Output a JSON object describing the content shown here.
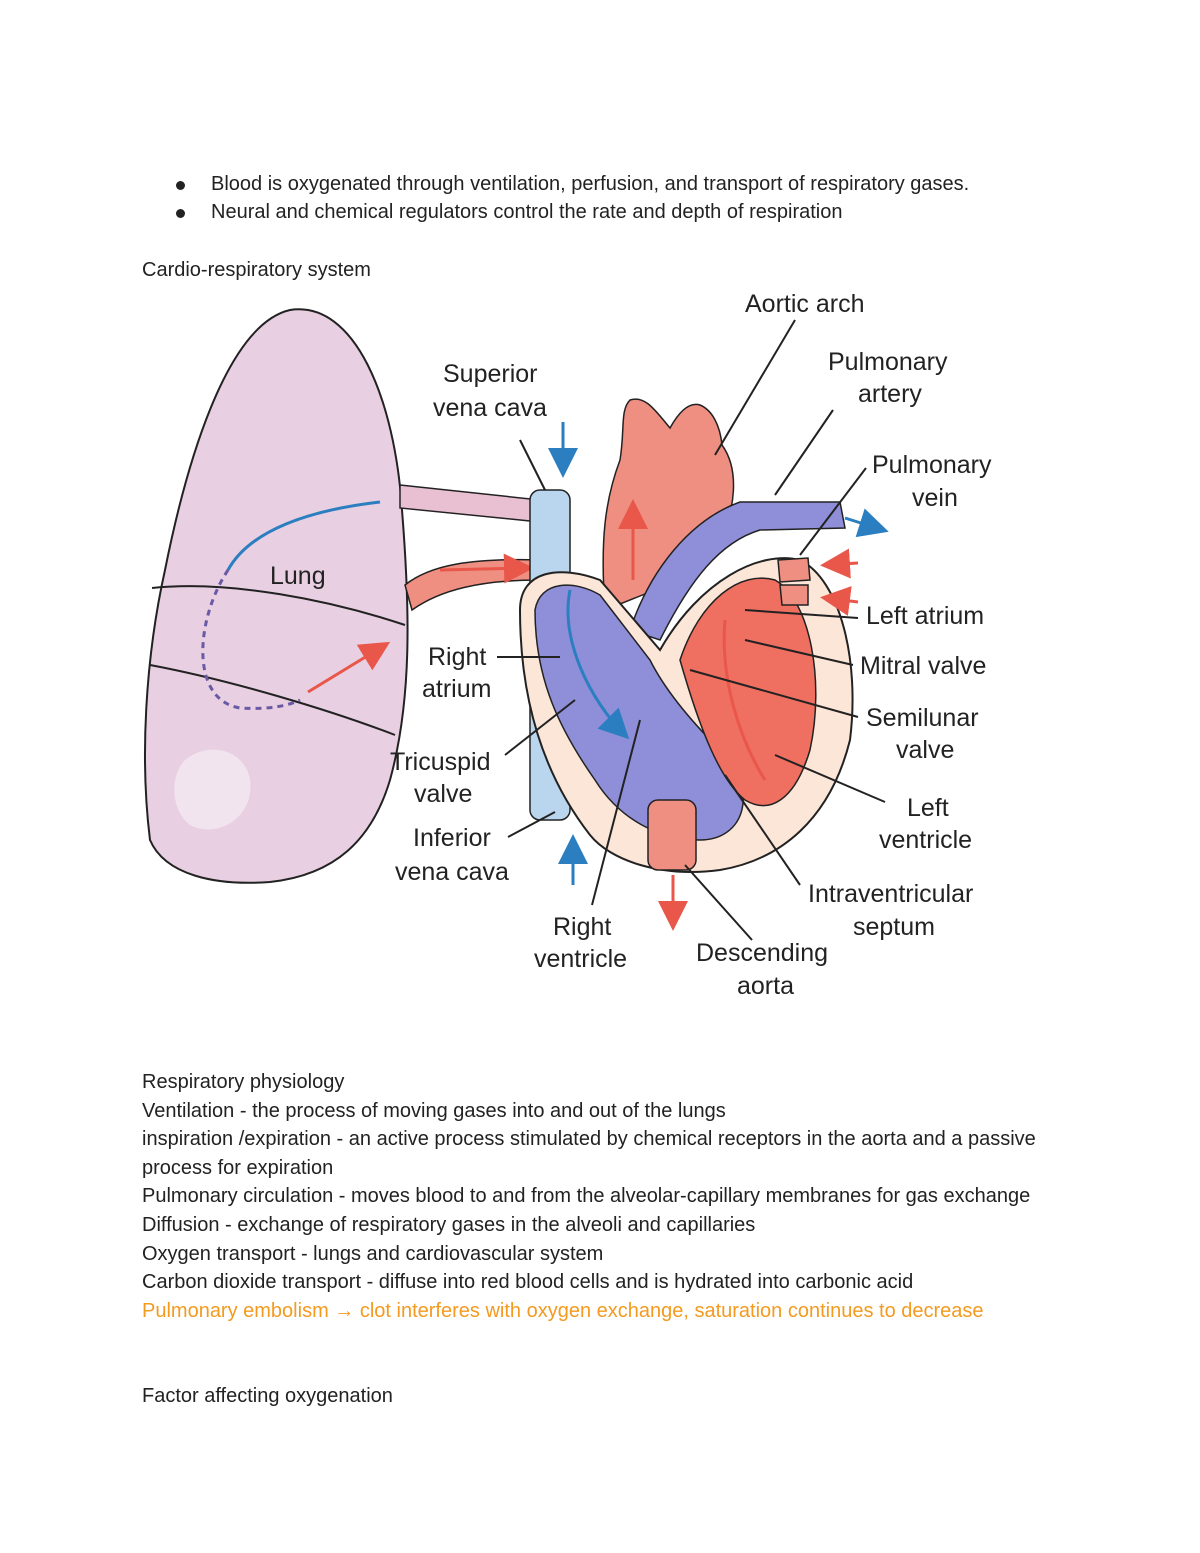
{
  "bullets": [
    "Blood is oxygenated through ventilation, perfusion, and transport of respiratory gases.",
    "Neural and chemical regulators control the rate and depth of respiration"
  ],
  "section_title": "Cardio-respiratory system",
  "diagram": {
    "labels": {
      "aortic_arch": "Aortic arch",
      "pulmonary_artery_1": "Pulmonary",
      "pulmonary_artery_2": "artery",
      "pulmonary_vein_1": "Pulmonary",
      "pulmonary_vein_2": "vein",
      "svc_1": "Superior",
      "svc_2": "vena cava",
      "lung": "Lung",
      "left_atrium": "Left atrium",
      "mitral_valve": "Mitral valve",
      "right_atrium_1": "Right",
      "right_atrium_2": "atrium",
      "semilunar_1": "Semilunar",
      "semilunar_2": "valve",
      "tricuspid_1": "Tricuspid",
      "tricuspid_2": "valve",
      "left_ventricle_1": "Left",
      "left_ventricle_2": "ventricle",
      "ivc_1": "Inferior",
      "ivc_2": "vena cava",
      "intraventricular_1": "Intraventricular",
      "intraventricular_2": "septum",
      "right_ventricle_1": "Right",
      "right_ventricle_2": "ventricle",
      "descending_aorta_1": "Descending",
      "descending_aorta_2": "aorta"
    },
    "colors": {
      "lung": "#e8cfe2",
      "lung_stroke": "#222222",
      "oxygenated": "#e9574a",
      "deoxygenated": "#2b7fc1",
      "vena_cava": "#b9d6ee",
      "aorta": "#ef8f82",
      "right_heart": "#8f8ed8",
      "left_heart": "#ef6f60",
      "heart_wall": "#fbe6d8"
    }
  },
  "physiology": {
    "title": "Respiratory physiology",
    "lines": [
      "Ventilation - the process of moving gases into and out of the lungs",
      "inspiration /expiration - an active process  stimulated by chemical receptors in the aorta and a passive process for expiration",
      "Pulmonary circulation - moves blood to and from the alveolar-capillary membranes for gas exchange",
      "Diffusion - exchange of respiratory gases in the alveoli and capillaries",
      "Oxygen transport - lungs and cardiovascular system",
      "Carbon dioxide transport - diffuse into red blood cells and is hydrated into carbonic acid"
    ],
    "highlight": "Pulmonary embolism → clot interferes with oxygen exchange, saturation continues to decrease"
  },
  "factor_title": "Factor affecting oxygenation"
}
